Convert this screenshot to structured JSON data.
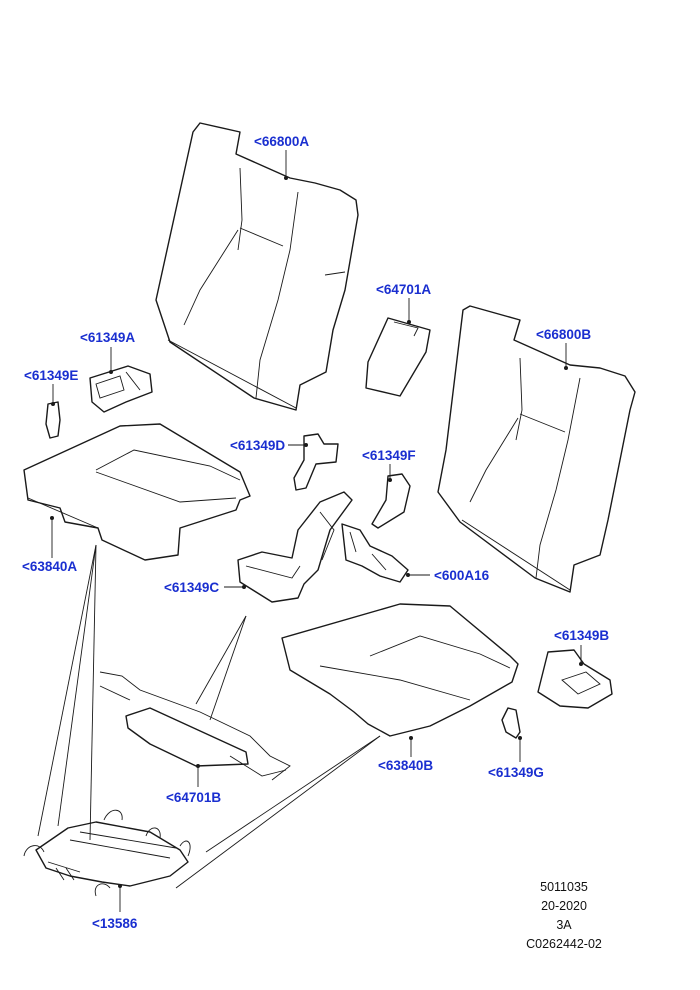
{
  "callouts": {
    "c66800A": "<66800A",
    "c64701A": "<64701A",
    "c66800B": "<66800B",
    "c61349A": "<61349A",
    "c61349E": "<61349E",
    "c61349D": "<61349D",
    "c61349F": "<61349F",
    "c63840A": "<63840A",
    "c61349C": "<61349C",
    "c600A16": "<600A16",
    "c61349B": "<61349B",
    "c63840B": "<63840B",
    "c61349G": "<61349G",
    "c64701B": "<64701B",
    "c13586": "<13586"
  },
  "info_block": {
    "line1": "5011035",
    "line2": "20-2020",
    "line3": "3A",
    "line4": "C0262442-02"
  },
  "colors": {
    "callout_text": "#1a2fd0",
    "line_art": "#1a1a1a"
  }
}
